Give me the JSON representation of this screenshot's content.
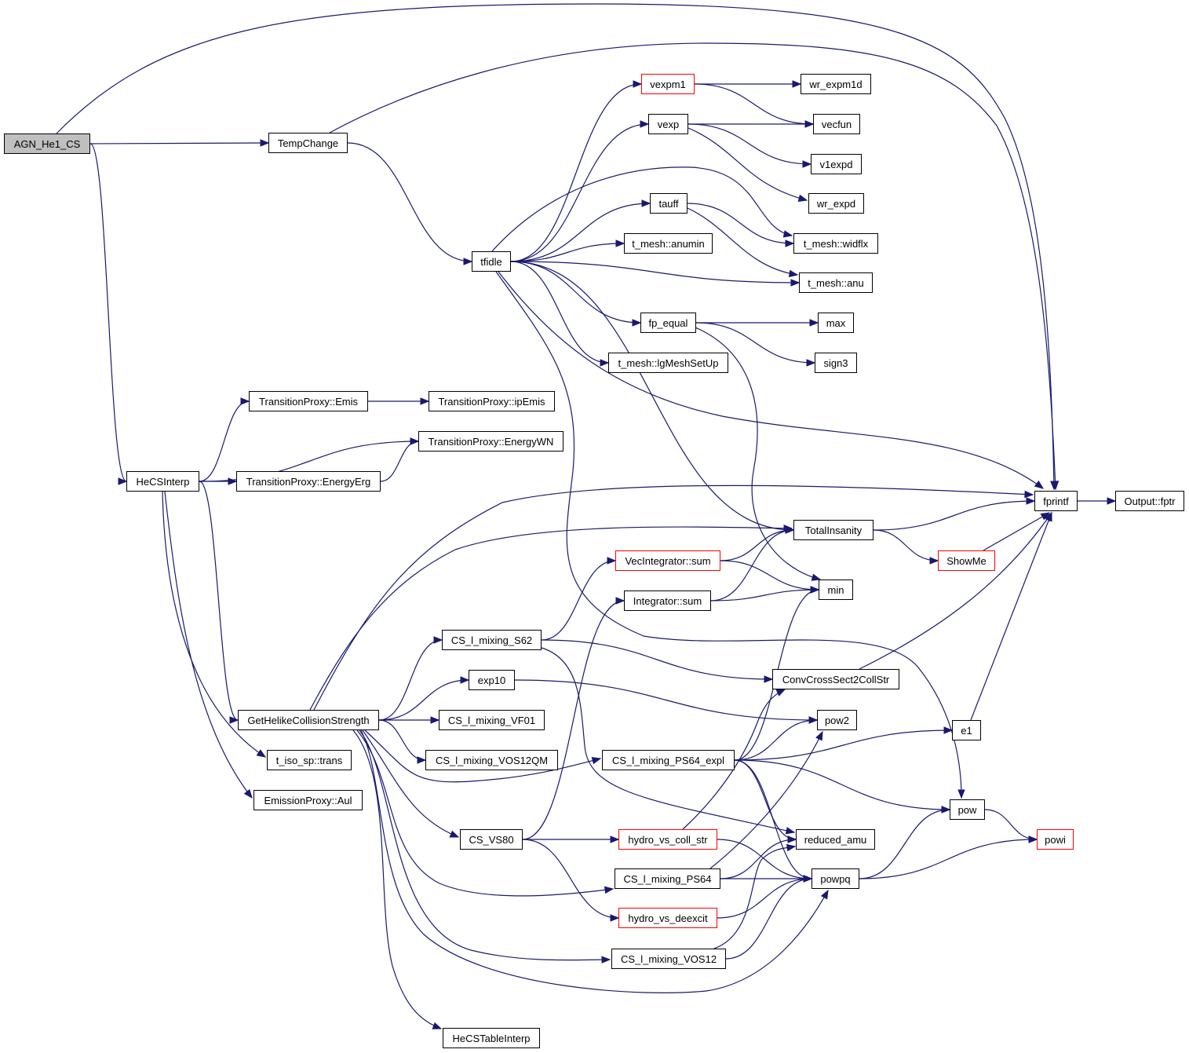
{
  "colors": {
    "edge": "#191970",
    "node_border": "#000000",
    "node_border_truncated": "#ff0000",
    "root_fill": "#bfbfbf",
    "node_fill": "#ffffff"
  },
  "nodes": [
    {
      "id": "AGN_He1_CS",
      "label": "AGN_He1_CS",
      "style": "root"
    },
    {
      "id": "TempChange",
      "label": "TempChange"
    },
    {
      "id": "tfidle",
      "label": "tfidle"
    },
    {
      "id": "vexpm1",
      "label": "vexpm1",
      "style": "red"
    },
    {
      "id": "wr_expm1d",
      "label": "wr_expm1d"
    },
    {
      "id": "vexp",
      "label": "vexp"
    },
    {
      "id": "vecfun",
      "label": "vecfun"
    },
    {
      "id": "v1expd",
      "label": "v1expd"
    },
    {
      "id": "wr_expd",
      "label": "wr_expd"
    },
    {
      "id": "tauff",
      "label": "tauff"
    },
    {
      "id": "widflx",
      "label": "t_mesh::widflx"
    },
    {
      "id": "anumin",
      "label": "t_mesh::anumin"
    },
    {
      "id": "anu",
      "label": "t_mesh::anu"
    },
    {
      "id": "fp_equal",
      "label": "fp_equal"
    },
    {
      "id": "max",
      "label": "max"
    },
    {
      "id": "sign3",
      "label": "sign3"
    },
    {
      "id": "lgMeshSetUp",
      "label": "t_mesh::lgMeshSetUp"
    },
    {
      "id": "Emis",
      "label": "TransitionProxy::Emis"
    },
    {
      "id": "ipEmis",
      "label": "TransitionProxy::ipEmis"
    },
    {
      "id": "EnergyWN",
      "label": "TransitionProxy::EnergyWN"
    },
    {
      "id": "HeCSInterp",
      "label": "HeCSInterp"
    },
    {
      "id": "EnergyErg",
      "label": "TransitionProxy::EnergyErg"
    },
    {
      "id": "fprintf",
      "label": "fprintf"
    },
    {
      "id": "fptr",
      "label": "Output::fptr"
    },
    {
      "id": "TotalInsanity",
      "label": "TotalInsanity"
    },
    {
      "id": "ShowMe",
      "label": "ShowMe",
      "style": "red"
    },
    {
      "id": "VecSum",
      "label": "VecIntegrator::sum",
      "style": "red"
    },
    {
      "id": "min",
      "label": "min"
    },
    {
      "id": "IntSum",
      "label": "Integrator::sum"
    },
    {
      "id": "S62",
      "label": "CS_l_mixing_S62"
    },
    {
      "id": "ConvCS",
      "label": "ConvCrossSect2CollStr"
    },
    {
      "id": "exp10",
      "label": "exp10"
    },
    {
      "id": "GetHelike",
      "label": "GetHelikeCollisionStrength"
    },
    {
      "id": "VF01",
      "label": "CS_l_mixing_VF01"
    },
    {
      "id": "pow2",
      "label": "pow2"
    },
    {
      "id": "e1",
      "label": "e1"
    },
    {
      "id": "trans",
      "label": "t_iso_sp::trans"
    },
    {
      "id": "VOS12QM",
      "label": "CS_l_mixing_VOS12QM"
    },
    {
      "id": "PS64expl",
      "label": "CS_l_mixing_PS64_expl"
    },
    {
      "id": "Aul",
      "label": "EmissionProxy::Aul"
    },
    {
      "id": "pow",
      "label": "pow"
    },
    {
      "id": "VS80",
      "label": "CS_VS80"
    },
    {
      "id": "hydro_coll",
      "label": "hydro_vs_coll_str",
      "style": "red"
    },
    {
      "id": "reduced_amu",
      "label": "reduced_amu"
    },
    {
      "id": "powi",
      "label": "powi",
      "style": "red"
    },
    {
      "id": "PS64",
      "label": "CS_l_mixing_PS64"
    },
    {
      "id": "powpq",
      "label": "powpq"
    },
    {
      "id": "hydro_deex",
      "label": "hydro_vs_deexcit",
      "style": "red"
    },
    {
      "id": "VOS12",
      "label": "CS_l_mixing_VOS12"
    },
    {
      "id": "HeCSTable",
      "label": "HeCSTableInterp"
    }
  ],
  "edges": [
    [
      "AGN_He1_CS",
      "fprintf"
    ],
    [
      "AGN_He1_CS",
      "TempChange"
    ],
    [
      "AGN_He1_CS",
      "HeCSInterp"
    ],
    [
      "TempChange",
      "fprintf"
    ],
    [
      "TempChange",
      "tfidle"
    ],
    [
      "tfidle",
      "vexpm1"
    ],
    [
      "tfidle",
      "vexp"
    ],
    [
      "tfidle",
      "tauff"
    ],
    [
      "tfidle",
      "widflx"
    ],
    [
      "tfidle",
      "anumin"
    ],
    [
      "tfidle",
      "anu"
    ],
    [
      "tfidle",
      "fp_equal"
    ],
    [
      "tfidle",
      "lgMeshSetUp"
    ],
    [
      "tfidle",
      "fprintf"
    ],
    [
      "tfidle",
      "TotalInsanity"
    ],
    [
      "tfidle",
      "pow"
    ],
    [
      "vexpm1",
      "wr_expm1d"
    ],
    [
      "vexpm1",
      "vecfun"
    ],
    [
      "vexp",
      "vecfun"
    ],
    [
      "vexp",
      "v1expd"
    ],
    [
      "vexp",
      "wr_expd"
    ],
    [
      "tauff",
      "widflx"
    ],
    [
      "tauff",
      "anu"
    ],
    [
      "fp_equal",
      "max"
    ],
    [
      "fp_equal",
      "sign3"
    ],
    [
      "fp_equal",
      "min"
    ],
    [
      "HeCSInterp",
      "Emis"
    ],
    [
      "HeCSInterp",
      "EnergyWN"
    ],
    [
      "HeCSInterp",
      "EnergyErg"
    ],
    [
      "HeCSInterp",
      "GetHelike"
    ],
    [
      "HeCSInterp",
      "trans"
    ],
    [
      "HeCSInterp",
      "Aul"
    ],
    [
      "Emis",
      "ipEmis"
    ],
    [
      "EnergyErg",
      "EnergyWN"
    ],
    [
      "fprintf",
      "fptr"
    ],
    [
      "TotalInsanity",
      "fprintf"
    ],
    [
      "TotalInsanity",
      "ShowMe"
    ],
    [
      "ShowMe",
      "fprintf"
    ],
    [
      "VecSum",
      "TotalInsanity"
    ],
    [
      "VecSum",
      "min"
    ],
    [
      "IntSum",
      "TotalInsanity"
    ],
    [
      "IntSum",
      "min"
    ],
    [
      "GetHelike",
      "fprintf"
    ],
    [
      "GetHelike",
      "TotalInsanity"
    ],
    [
      "GetHelike",
      "S62"
    ],
    [
      "GetHelike",
      "exp10"
    ],
    [
      "GetHelike",
      "VF01"
    ],
    [
      "GetHelike",
      "VOS12QM"
    ],
    [
      "GetHelike",
      "PS64expl"
    ],
    [
      "GetHelike",
      "VS80"
    ],
    [
      "GetHelike",
      "PS64"
    ],
    [
      "GetHelike",
      "VOS12"
    ],
    [
      "GetHelike",
      "powpq"
    ],
    [
      "GetHelike",
      "HeCSTable"
    ],
    [
      "S62",
      "VecSum"
    ],
    [
      "S62",
      "ConvCS"
    ],
    [
      "S62",
      "reduced_amu"
    ],
    [
      "ConvCS",
      "fprintf"
    ],
    [
      "exp10",
      "pow2"
    ],
    [
      "e1",
      "fprintf"
    ],
    [
      "PS64expl",
      "min"
    ],
    [
      "PS64expl",
      "pow2"
    ],
    [
      "PS64expl",
      "e1"
    ],
    [
      "PS64expl",
      "pow"
    ],
    [
      "PS64expl",
      "reduced_amu"
    ],
    [
      "PS64expl",
      "powpq"
    ],
    [
      "VS80",
      "IntSum"
    ],
    [
      "VS80",
      "hydro_coll"
    ],
    [
      "VS80",
      "hydro_deex"
    ],
    [
      "hydro_coll",
      "ConvCS"
    ],
    [
      "hydro_coll",
      "powpq"
    ],
    [
      "PS64",
      "pow2"
    ],
    [
      "PS64",
      "reduced_amu"
    ],
    [
      "PS64",
      "powpq"
    ],
    [
      "hydro_deex",
      "powpq"
    ],
    [
      "VOS12",
      "reduced_amu"
    ],
    [
      "VOS12",
      "powpq"
    ],
    [
      "pow",
      "powi"
    ],
    [
      "powpq",
      "pow"
    ],
    [
      "powpq",
      "powi"
    ]
  ]
}
